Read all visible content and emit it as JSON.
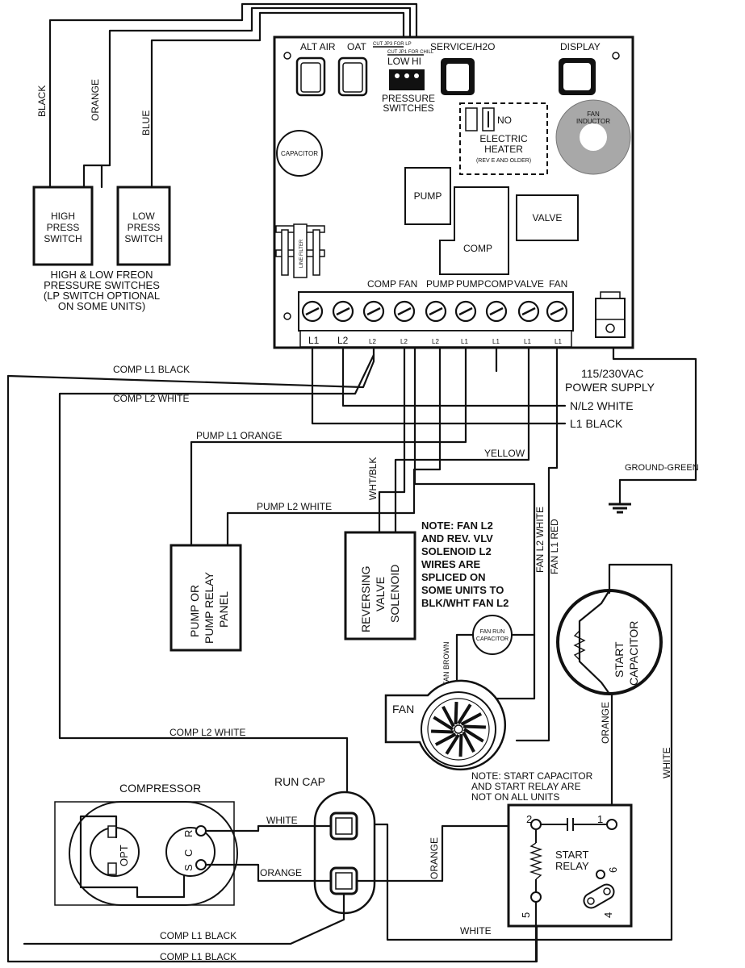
{
  "board": {
    "alt_air": "ALT AIR",
    "oat": "OAT",
    "jp3_note": "CUT JP3 FOR LP",
    "jp1_note": "CUT JP1 FOR CHILL",
    "low": "LOW",
    "hi": "HI",
    "pressure": "PRESSURE",
    "switches": "SWITCHES",
    "service": "SERVICE/H2O",
    "display": "DISPLAY",
    "fan_inductor_1": "FAN",
    "fan_inductor_2": "INDUCTOR",
    "capacitor": "CAPACITOR",
    "no": "NO",
    "electric": "ELECTRIC",
    "heater": "HEATER",
    "rev_note": "(REV E AND OLDER)",
    "pump": "PUMP",
    "valve": "VALVE",
    "comp": "COMP",
    "line_filter": "LINE FILTER",
    "terminal_top_labels": [
      "COMP",
      "FAN",
      "PUMP",
      "PUMP",
      "COMP",
      "VALVE",
      "FAN"
    ],
    "terminal_bottom_labels": [
      "L1",
      "L2",
      "L2",
      "L2",
      "L2",
      "L1",
      "L1",
      "L1",
      "L1"
    ]
  },
  "switches": {
    "high_1": "HIGH",
    "high_2": "PRESS",
    "high_3": "SWITCH",
    "low_1": "LOW",
    "low_2": "PRESS",
    "low_3": "SWITCH",
    "caption": [
      "HIGH & LOW FREON",
      "PRESSURE SWITCHES",
      "(LP SWITCH OPTIONAL",
      "ON SOME UNITS)"
    ]
  },
  "wires": {
    "black": "BLACK",
    "orange": "ORANGE",
    "blue": "BLUE",
    "comp_l1_black": "COMP L1 BLACK",
    "comp_l2_white": "COMP L2 WHITE",
    "pump_l1_orange": "PUMP L1 ORANGE",
    "pump_l2_white": "PUMP L2 WHITE",
    "wht_blk": "WHT/BLK",
    "yellow": "YELLOW",
    "fan_l2_white": "FAN L2 WHITE",
    "fan_l1_red": "FAN L1 RED",
    "fan_brown": "FAN BROWN",
    "ground_green": "GROUND-GREEN",
    "white": "WHITE"
  },
  "power": {
    "line1": "115/230VAC",
    "line2": "POWER SUPPLY",
    "n_l2": "N/L2 WHITE",
    "l1": "L1 BLACK"
  },
  "pump_panel": [
    "PUMP OR",
    "PUMP RELAY",
    "PANEL"
  ],
  "reversing_valve": [
    "REVERSING",
    "VALVE",
    "SOLENOID"
  ],
  "note": [
    "NOTE: FAN L2",
    "AND REV. VLV",
    "SOLENOID L2",
    "WIRES ARE",
    "SPLICED ON",
    "SOME UNITS TO",
    "BLK/WHT FAN L2"
  ],
  "fan_run_cap": [
    "FAN RUN",
    "CAPACITOR"
  ],
  "fan": "FAN",
  "start_capacitor": [
    "START",
    "CAPACITOR"
  ],
  "start_note": [
    "NOTE: START CAPACITOR",
    "AND START RELAY ARE",
    "NOT ON ALL UNITS"
  ],
  "compressor": {
    "title": "COMPRESSOR",
    "opt": "OPT",
    "r": "R",
    "c": "C",
    "s": "S"
  },
  "run_cap": "RUN CAP",
  "start_relay": {
    "line1": "START",
    "line2": "RELAY",
    "t2": "2",
    "t1": "1",
    "t5": "5",
    "t6": "6",
    "t4": "4"
  }
}
